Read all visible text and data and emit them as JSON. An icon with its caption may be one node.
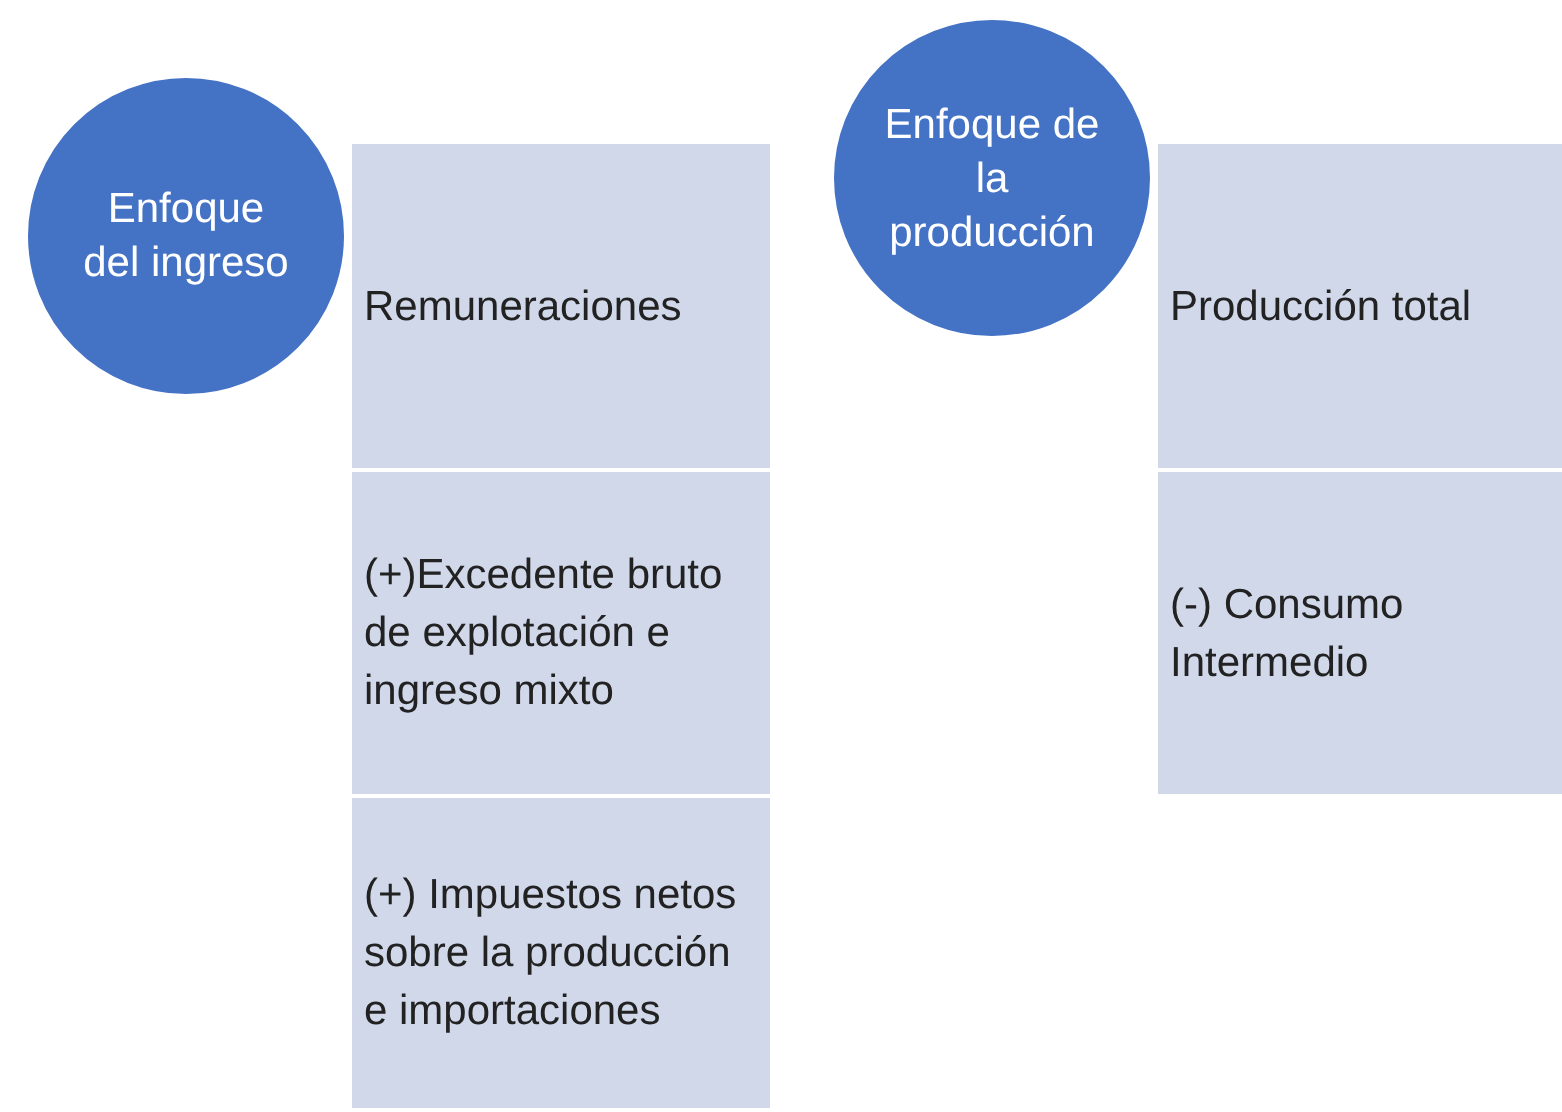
{
  "diagram": {
    "nodes": [
      {
        "text": [
          "Enfoque del ingreso"
        ]
      },
      {
        "text": [
          "Remuneraciones"
        ]
      },
      {
        "text": [
          "(+)Excedente bruto de explotación e ingreso mixto"
        ]
      },
      {
        "text": [
          "(+) Impuestos netos sobre la producción e importaciones"
        ]
      },
      {
        "text": [
          "Enfoque de la producción"
        ]
      },
      {
        "text": [
          "Producción total"
        ]
      },
      {
        "text": [
          "(-) Consumo Intermedio"
        ]
      }
    ]
  }
}
